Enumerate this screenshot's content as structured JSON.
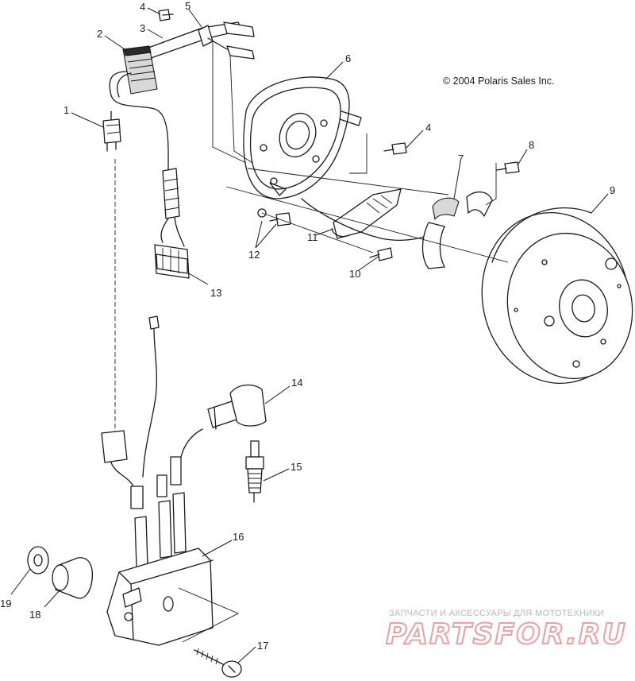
{
  "copyright": "© 2004 Polaris Sales Inc.",
  "watermark": {
    "tagline": "ЗАПЧАСТИ И АКСЕССУАРЫ ДЛЯ МОТОТЕХНИКИ",
    "logo": "PARTSFOR.RU",
    "logo_color": "#e8a0a0"
  },
  "callouts": {
    "n1": "1",
    "n2": "2",
    "n3": "3",
    "n4a": "4",
    "n4b": "4",
    "n5": "5",
    "n6": "6",
    "n7": "7",
    "n8": "8",
    "n9": "9",
    "n10": "10",
    "n11": "11",
    "n12": "12",
    "n13": "13",
    "n14": "14",
    "n15": "15",
    "n16": "16",
    "n17": "17",
    "n18": "18",
    "n19": "19"
  }
}
